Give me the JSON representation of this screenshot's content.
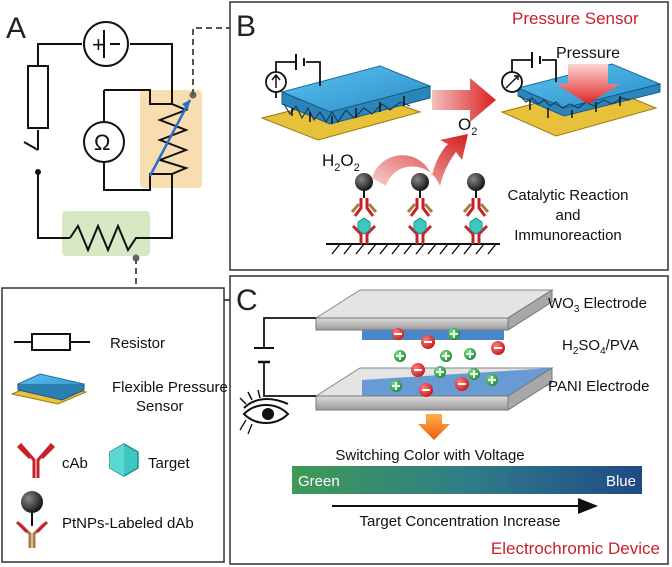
{
  "panels": {
    "a": {
      "letter": "A"
    },
    "b": {
      "letter": "B",
      "title": "Pressure Sensor",
      "pressure_label": "Pressure",
      "h2o2": {
        "main": "H",
        "sub1": "2",
        "mid": "O",
        "sub2": "2"
      },
      "o2": {
        "main": "O",
        "sub": "2"
      },
      "caption_lines": [
        "Catalytic Reaction",
        "and",
        "Immunoreaction"
      ]
    },
    "c": {
      "letter": "C",
      "top_electrode": {
        "pre": "WO",
        "sub": "3",
        "post": " Electrode"
      },
      "electrolyte": {
        "p1": "H",
        "s1": "2",
        "p2": "SO",
        "s2": "4",
        "p3": "/PVA"
      },
      "bottom_electrode": "PANI Electrode",
      "switch_text": "Switching Color with Voltage",
      "gradient_left": "Green",
      "gradient_right": "Blue",
      "arrow_text": "Target Concentration Increase",
      "title": "Electrochromic Device"
    }
  },
  "legend": {
    "items": [
      {
        "label": "Resistor"
      },
      {
        "label_line1": "Flexible Pressure",
        "label_line2": "Sensor"
      },
      {
        "label": "cAb"
      },
      {
        "label": "Target"
      },
      {
        "label": "PtNPs-Labeled dAb"
      }
    ]
  },
  "colors": {
    "accent_red": "#c8202a",
    "highlight_orange": "#f7ddb0",
    "highlight_green": "#d8e8c4",
    "sensor_blue": "#39a6dc",
    "sensor_gold": "#e8c13a",
    "gradient_green": "#3f9a55",
    "gradient_blue": "#204a86"
  }
}
